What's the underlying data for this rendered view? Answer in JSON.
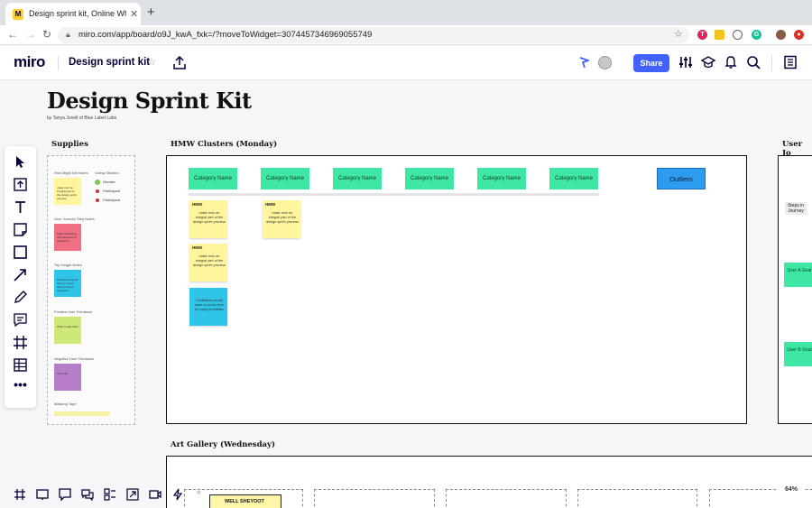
{
  "browser": {
    "tab_title": "Design sprint kit, Online Whiteboard",
    "url": "miro.com/app/board/o9J_kwA_fxk=/?moveToWidget=3074457346969055749"
  },
  "miro_bar": {
    "logo": "miro",
    "board_name": "Design sprint kit",
    "share_label": "Share"
  },
  "board": {
    "title": "Design Sprint Kit",
    "byline": "by Tanya Junell of Blue Label Labs",
    "supplies": {
      "title": "Supplies",
      "hmw_label": "How Might We Notes",
      "hmw_note": "make miro an integral part of the design sprint process",
      "voting_label": "Voting Stickers",
      "decider": "Decider",
      "participant1": "Participant",
      "participant2": "Participant",
      "journey_label": "User Journey Step Notes",
      "journey_note": "Start onboarding with designers & facilitators",
      "insight_label": "Top Insight Notes",
      "insight_note": "Facilitators would save so much time by using templates",
      "positive_label": "Positive User Feedback",
      "positive_note": "What I really liked",
      "negative_label": "Negative User Feedback",
      "negative_note": "Not a fan",
      "tape_label": "Masking Tape"
    },
    "hmw": {
      "title": "HMW Clusters (Monday)",
      "categories": [
        "Category Name",
        "Category Name",
        "Category Name",
        "Category Name",
        "Category Name",
        "Category Name"
      ],
      "outliers": "Outliers",
      "notes": [
        {
          "tag": "HMW",
          "text": "make miro an integral part of the design sprint process"
        },
        {
          "tag": "HMW",
          "text": "make miro an integral part of the design sprint process"
        },
        {
          "tag": "HMW",
          "text": "make miro an integral part of the design sprint process"
        },
        {
          "tag": "",
          "text": "Facilitators would save so much time by using templates"
        }
      ]
    },
    "user_journey": {
      "title": "User Jo",
      "steps_label": "Steps in Journey",
      "user_a": "User A Goal",
      "user_b": "User B Goal"
    },
    "art_gallery": {
      "title": "Art Gallery (Wednesday)",
      "note_text": "WELL SHEYOOT"
    },
    "zoom": "64%"
  },
  "colors": {
    "share": "#4262ff",
    "category": "#3ee8a4",
    "outliers": "#2d9bf0",
    "sticky_yellow": "#fff59c",
    "sticky_blue": "#2ec5e8",
    "sticky_pink": "#f06f82",
    "sticky_green": "#cfe978",
    "sticky_purple": "#b67ec9"
  }
}
